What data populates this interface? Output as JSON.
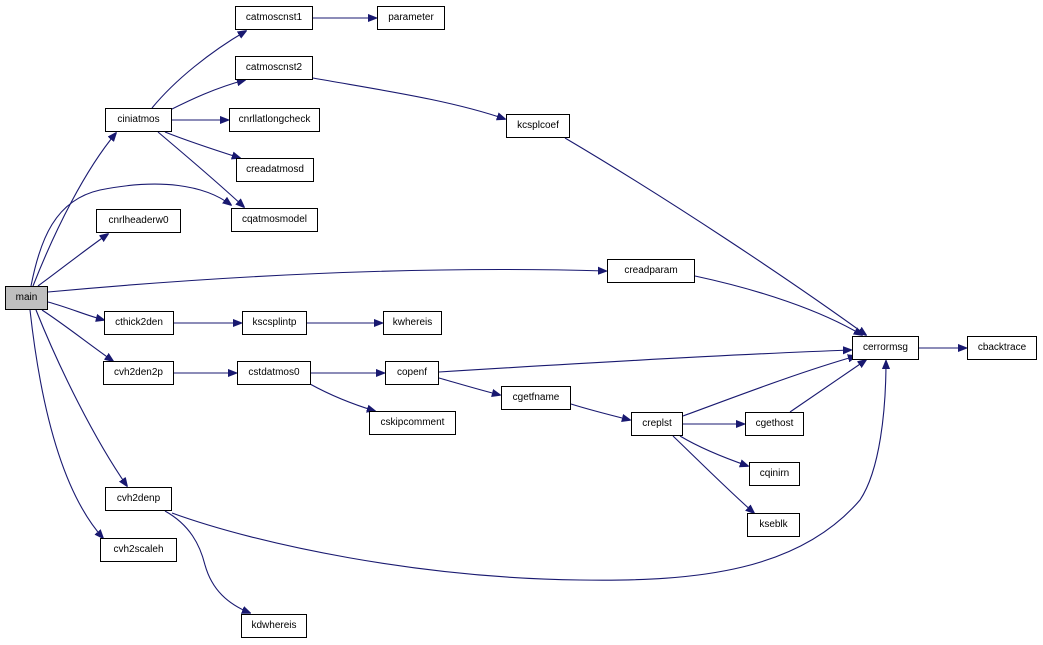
{
  "graph": {
    "nodes": [
      {
        "id": "main",
        "label": "main"
      },
      {
        "id": "ciniatmos",
        "label": "ciniatmos"
      },
      {
        "id": "catmoscnst1",
        "label": "catmoscnst1"
      },
      {
        "id": "parameter",
        "label": "parameter"
      },
      {
        "id": "catmoscnst2",
        "label": "catmoscnst2"
      },
      {
        "id": "kcsplcoef",
        "label": "kcsplcoef"
      },
      {
        "id": "cnrllatlongcheck",
        "label": "cnrllatlongcheck"
      },
      {
        "id": "creadatmosd",
        "label": "creadatmosd"
      },
      {
        "id": "cqatmosmodel",
        "label": "cqatmosmodel"
      },
      {
        "id": "cnrlheaderw0",
        "label": "cnrlheaderw0"
      },
      {
        "id": "creadparam",
        "label": "creadparam"
      },
      {
        "id": "cerrormsg",
        "label": "cerrormsg"
      },
      {
        "id": "cbacktrace",
        "label": "cbacktrace"
      },
      {
        "id": "cthick2den",
        "label": "cthick2den"
      },
      {
        "id": "kscsplintp",
        "label": "kscsplintp"
      },
      {
        "id": "kwhereis",
        "label": "kwhereis"
      },
      {
        "id": "cvh2den2p",
        "label": "cvh2den2p"
      },
      {
        "id": "cstdatmos0",
        "label": "cstdatmos0"
      },
      {
        "id": "copenf",
        "label": "copenf"
      },
      {
        "id": "cskipcomment",
        "label": "cskipcomment"
      },
      {
        "id": "cgetfname",
        "label": "cgetfname"
      },
      {
        "id": "creplst",
        "label": "creplst"
      },
      {
        "id": "cgethost",
        "label": "cgethost"
      },
      {
        "id": "cqinirn",
        "label": "cqinirn"
      },
      {
        "id": "kseblk",
        "label": "kseblk"
      },
      {
        "id": "cvh2denp",
        "label": "cvh2denp"
      },
      {
        "id": "cvh2scaleh",
        "label": "cvh2scaleh"
      },
      {
        "id": "kdwhereis",
        "label": "kdwhereis"
      }
    ],
    "edges": [
      {
        "from": "main",
        "to": "ciniatmos"
      },
      {
        "from": "main",
        "to": "cqatmosmodel"
      },
      {
        "from": "main",
        "to": "cnrlheaderw0"
      },
      {
        "from": "main",
        "to": "creadparam"
      },
      {
        "from": "main",
        "to": "cthick2den"
      },
      {
        "from": "main",
        "to": "cvh2den2p"
      },
      {
        "from": "main",
        "to": "cvh2denp"
      },
      {
        "from": "main",
        "to": "cvh2scaleh"
      },
      {
        "from": "ciniatmos",
        "to": "catmoscnst1"
      },
      {
        "from": "ciniatmos",
        "to": "catmoscnst2"
      },
      {
        "from": "ciniatmos",
        "to": "cnrllatlongcheck"
      },
      {
        "from": "ciniatmos",
        "to": "creadatmosd"
      },
      {
        "from": "ciniatmos",
        "to": "cqatmosmodel"
      },
      {
        "from": "catmoscnst1",
        "to": "parameter"
      },
      {
        "from": "catmoscnst2",
        "to": "kcsplcoef"
      },
      {
        "from": "kcsplcoef",
        "to": "cerrormsg"
      },
      {
        "from": "creadparam",
        "to": "cerrormsg"
      },
      {
        "from": "cerrormsg",
        "to": "cbacktrace"
      },
      {
        "from": "cthick2den",
        "to": "kscsplintp"
      },
      {
        "from": "kscsplintp",
        "to": "kwhereis"
      },
      {
        "from": "cvh2den2p",
        "to": "cstdatmos0"
      },
      {
        "from": "cstdatmos0",
        "to": "copenf"
      },
      {
        "from": "cstdatmos0",
        "to": "cskipcomment"
      },
      {
        "from": "copenf",
        "to": "cerrormsg"
      },
      {
        "from": "copenf",
        "to": "cgetfname"
      },
      {
        "from": "cgetfname",
        "to": "creplst"
      },
      {
        "from": "creplst",
        "to": "cerrormsg"
      },
      {
        "from": "creplst",
        "to": "cgethost"
      },
      {
        "from": "creplst",
        "to": "cqinirn"
      },
      {
        "from": "creplst",
        "to": "kseblk"
      },
      {
        "from": "cgethost",
        "to": "cerrormsg"
      },
      {
        "from": "cvh2denp",
        "to": "cerrormsg"
      },
      {
        "from": "cvh2denp",
        "to": "kdwhereis"
      }
    ]
  },
  "colors": {
    "edge": "#191970",
    "root_fill": "#bfbfbf",
    "node_fill": "#ffffff",
    "node_border": "#000000"
  }
}
